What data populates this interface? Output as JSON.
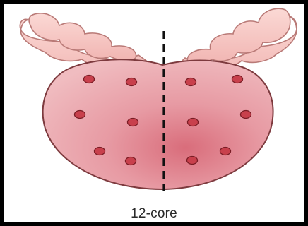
{
  "caption": "12-core",
  "cores": [
    {
      "side": "left",
      "row": 1,
      "col": 1
    },
    {
      "side": "left",
      "row": 1,
      "col": 2
    },
    {
      "side": "left",
      "row": 2,
      "col": 1
    },
    {
      "side": "left",
      "row": 2,
      "col": 2
    },
    {
      "side": "left",
      "row": 3,
      "col": 1
    },
    {
      "side": "left",
      "row": 3,
      "col": 2
    },
    {
      "side": "right",
      "row": 1,
      "col": 1
    },
    {
      "side": "right",
      "row": 1,
      "col": 2
    },
    {
      "side": "right",
      "row": 2,
      "col": 1
    },
    {
      "side": "right",
      "row": 2,
      "col": 2
    },
    {
      "side": "right",
      "row": 3,
      "col": 1
    },
    {
      "side": "right",
      "row": 3,
      "col": 2
    }
  ],
  "colors": {
    "gland_fill": "#e9a5ab",
    "gland_outline": "#7d3a3e",
    "vesicle_fill": "#f7c6c2",
    "vesicle_outline": "#b97a77",
    "core_fill": "#c8404c",
    "core_outline": "#7a1d25",
    "midline": "#111111",
    "frame": "#000000"
  }
}
